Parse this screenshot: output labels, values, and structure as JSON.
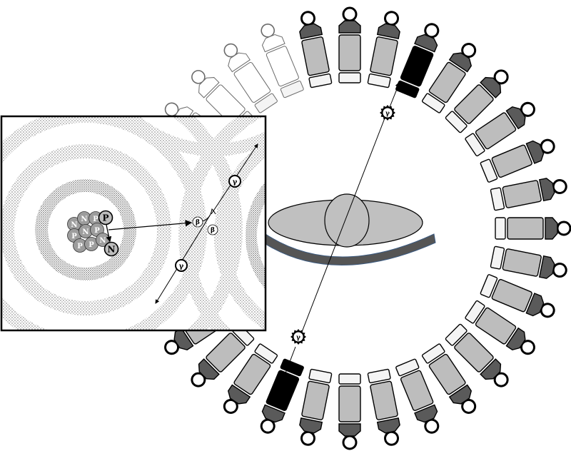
{
  "diagram": {
    "detector_count": 32,
    "highlighted_pairs": 1,
    "nucleus_labels": [
      "N",
      "N",
      "P",
      "P",
      "N",
      "P",
      "P",
      "P",
      "N",
      "P"
    ],
    "emitted_nucleon": "P",
    "decayed_nucleon": "N",
    "beta_symbol": "β",
    "gamma_symbol": "γ",
    "colors": {
      "detector_light": "#bdbdbd",
      "detector_dark": "#5a5a5a",
      "detector_active": "#000000",
      "patient_bed": "#555555",
      "body_fill": "#c0c0c0",
      "tissue_dots": "#9a9a9a"
    }
  }
}
